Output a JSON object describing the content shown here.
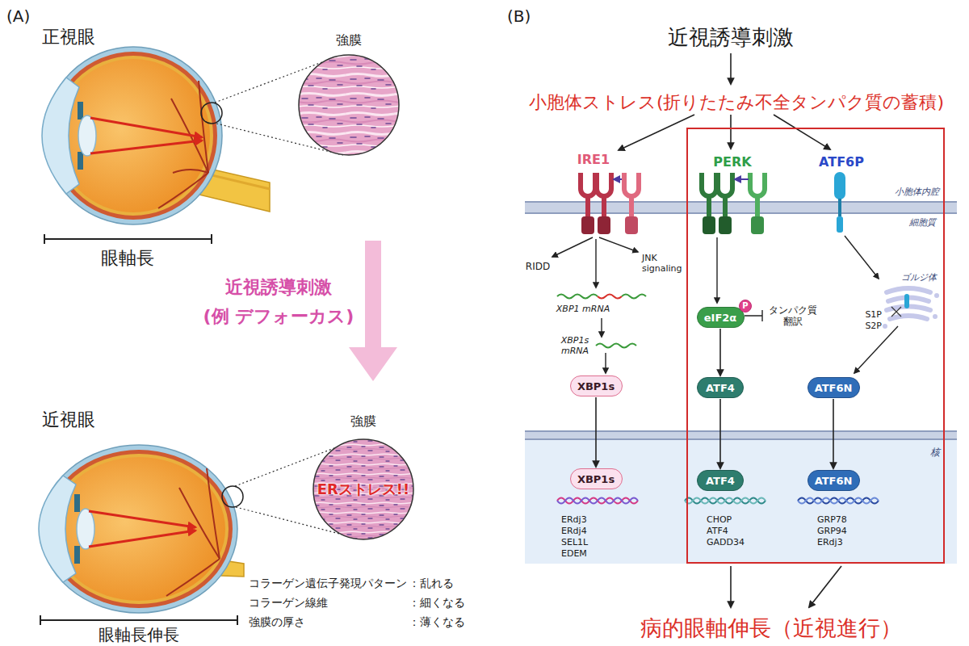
{
  "diagram": {
    "nodes": [
      {
        "text": [
          "強膜"
        ]
      },
      {
        "text": [
          "強膜",
          "ERストレス!!"
        ]
      },
      {
        "text": [
          "XBP1s"
        ]
      },
      {
        "text": [
          "PERK",
          "ATF6P"
        ]
      },
      {
        "text": [
          "eIF2α"
        ],
        "in": 3
      },
      {
        "text": [
          "P"
        ],
        "in": 3
      },
      {
        "text": [
          "ATF4"
        ],
        "in": 3
      },
      {
        "text": [
          "ATF6N"
        ],
        "in": 3
      },
      {
        "text": [
          "XBP1s"
        ]
      },
      {
        "text": [
          "ATF4"
        ],
        "in": 3
      },
      {
        "text": [
          "ATF6N"
        ],
        "in": 3
      }
    ],
    "edges": [
      {
        "from": 2,
        "to": 8,
        "arrow": "to"
      },
      {
        "from": 4,
        "to": 6,
        "arrow": "to"
      },
      {
        "from": 6,
        "to": 9,
        "arrow": "to"
      },
      {
        "from": 7,
        "to": 10,
        "arrow": "to"
      }
    ],
    "labels": [
      "(A)",
      "正視眼",
      "眼軸長",
      "近視誘導刺激",
      "(例 デフォーカス)",
      "近視眼",
      "コラーゲン遺伝子発現パターン",
      "：乱れる",
      "コラーゲン線維",
      "：細くなる",
      "強膜の厚さ",
      "：薄くなる",
      "眼軸長伸長",
      "(B)",
      "近視誘導刺激",
      "小胞体ストレス(折りたたみ不全タンパク質の蓄積)",
      "IRE1",
      "小胞体内腔",
      "細胞質",
      "RIDD",
      "JNK signaling",
      "XBP1 mRNA",
      "XBP1s mRNA",
      "タンパク質 翻訳",
      "ゴルジ体",
      "S1P",
      "S2P",
      "核",
      "ERdj3",
      "ERdj4",
      "SEL1L",
      "EDEM",
      "CHOP",
      "ATF4",
      "GADD34",
      "GRP78",
      "GRP94",
      "ERdj3",
      "病的眼軸伸長（近視進行）"
    ]
  }
}
